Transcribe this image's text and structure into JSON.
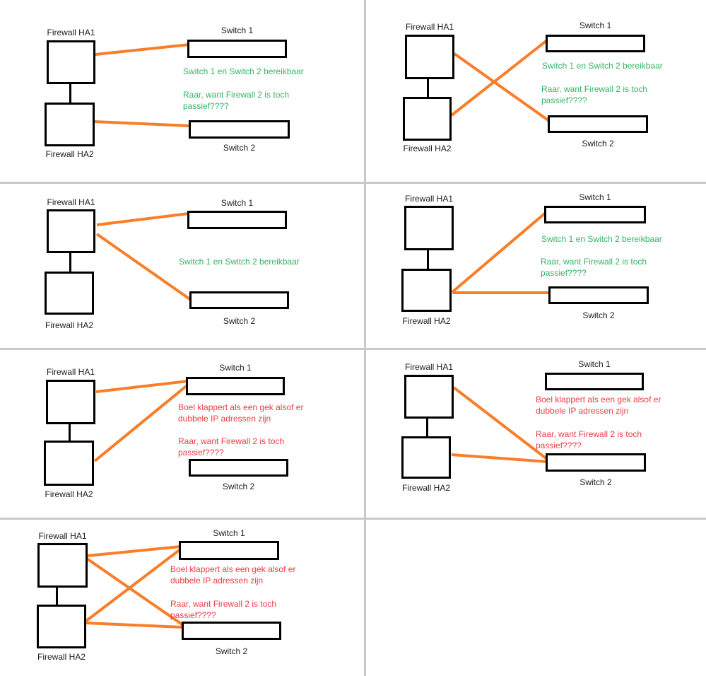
{
  "colors": {
    "orange": "#FA7D28",
    "green": "#33B463",
    "red": "#ED3B43",
    "ink": "#000000",
    "grid": "#C9C9C9",
    "background": "#FFFFFF"
  },
  "panels": [
    {
      "firewall1_label": "Firewall HA1",
      "firewall2_label": "Firewall HA2",
      "switch1_label": "Switch 1",
      "switch2_label": "Switch 2",
      "connections": [
        "Firewall HA1 - Switch 1",
        "Firewall HA2 - Switch 2"
      ],
      "notes": [
        {
          "color": "green",
          "lines": [
            "Switch 1 en Switch 2 bereikbaar"
          ]
        },
        {
          "color": "green",
          "lines": [
            "Raar, want Firewall 2 is toch",
            "passief????"
          ]
        }
      ]
    },
    {
      "firewall1_label": "Firewall HA1",
      "firewall2_label": "Firewall HA2",
      "switch1_label": "Switch 1",
      "switch2_label": "Switch 2",
      "connections": [
        "Firewall HA1 - Switch 2",
        "Firewall HA2 - Switch 1"
      ],
      "notes": [
        {
          "color": "green",
          "lines": [
            "Switch 1 en Switch 2 bereikbaar"
          ]
        },
        {
          "color": "green",
          "lines": [
            "Raar, want Firewall 2 is toch",
            "passief????"
          ]
        }
      ]
    },
    {
      "firewall1_label": "Firewall HA1",
      "firewall2_label": "Firewall HA2",
      "switch1_label": "Switch 1",
      "switch2_label": "Switch 2",
      "connections": [
        "Firewall HA1 - Switch 1",
        "Firewall HA1 - Switch 2"
      ],
      "notes": [
        {
          "color": "green",
          "lines": [
            "Switch 1 en Switch 2 bereikbaar"
          ]
        }
      ]
    },
    {
      "firewall1_label": "Firewall HA1",
      "firewall2_label": "Firewall HA2",
      "switch1_label": "Switch 1",
      "switch2_label": "Switch 2",
      "connections": [
        "Firewall HA2 - Switch 1",
        "Firewall HA2 - Switch 2"
      ],
      "notes": [
        {
          "color": "green",
          "lines": [
            "Switch 1 en Switch 2 bereikbaar"
          ]
        },
        {
          "color": "green",
          "lines": [
            "Raar, want Firewall 2 is toch",
            "passief????"
          ]
        }
      ]
    },
    {
      "firewall1_label": "Firewall HA1",
      "firewall2_label": "Firewall HA2",
      "switch1_label": "Switch 1",
      "switch2_label": "Switch 2",
      "connections": [
        "Firewall HA1 - Switch 1",
        "Firewall HA2 - Switch 1"
      ],
      "notes": [
        {
          "color": "red",
          "lines": [
            "Boel klappert als een gek alsof er",
            "dubbele IP adressen zijn"
          ]
        },
        {
          "color": "red",
          "lines": [
            "Raar, want Firewall 2 is toch",
            "passief????"
          ]
        }
      ]
    },
    {
      "firewall1_label": "Firewall HA1",
      "firewall2_label": "Firewall HA2",
      "switch1_label": "Switch 1",
      "switch2_label": "Switch 2",
      "connections": [
        "Firewall HA1 - Switch 2",
        "Firewall HA2 - Switch 2"
      ],
      "notes": [
        {
          "color": "red",
          "lines": [
            "Boel klappert als een gek alsof er",
            "dubbele IP adressen zijn"
          ]
        },
        {
          "color": "red",
          "lines": [
            "Raar, want Firewall 2 is toch",
            "passief????"
          ]
        }
      ]
    },
    {
      "firewall1_label": "Firewall HA1",
      "firewall2_label": "Firewall HA2",
      "switch1_label": "Switch 1",
      "switch2_label": "Switch 2",
      "connections": [
        "Firewall HA1 - Switch 1",
        "Firewall HA1 - Switch 2",
        "Firewall HA2 - Switch 1",
        "Firewall HA2 - Switch 2"
      ],
      "notes": [
        {
          "color": "red",
          "lines": [
            "Boel klappert als een gek alsof er",
            "dubbele IP adressen zijn"
          ]
        },
        {
          "color": "red",
          "lines": [
            "Raar, want Firewall 2 is toch",
            "passief????"
          ]
        }
      ]
    }
  ]
}
